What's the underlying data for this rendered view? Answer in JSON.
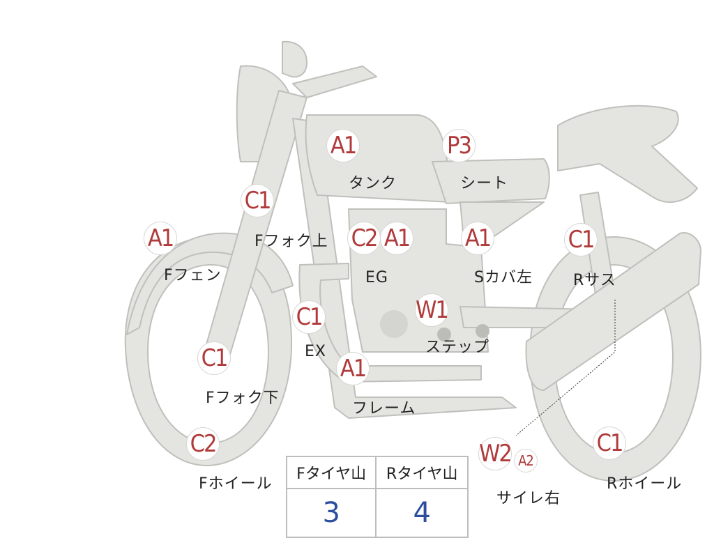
{
  "colors": {
    "body": "#e4e4e0",
    "outline": "#bfbfbb",
    "badge_text": "#b03a3a",
    "value_text": "#2c4e9e"
  },
  "parts": [
    {
      "id": "tank",
      "grade": "A1",
      "label": "タンク"
    },
    {
      "id": "seat",
      "grade": "P3",
      "label": "シート"
    },
    {
      "id": "f-fork-upper",
      "grade": "C1",
      "label": "Fフォク上"
    },
    {
      "id": "f-fender",
      "grade": "A1",
      "label": "Fフェン"
    },
    {
      "id": "engine",
      "grade": "C2",
      "grade2": "A1",
      "label": "EG"
    },
    {
      "id": "s-cover-left",
      "grade": "A1",
      "label": "Sカバ左"
    },
    {
      "id": "r-suspension",
      "grade": "C1",
      "label": "Rサス"
    },
    {
      "id": "exhaust",
      "grade": "C1",
      "label": "EX"
    },
    {
      "id": "step",
      "grade": "W1",
      "label": "ステップ"
    },
    {
      "id": "f-fork-lower",
      "grade": "C1",
      "label": "Fフォク下"
    },
    {
      "id": "frame",
      "grade": "A1",
      "label": "フレーム"
    },
    {
      "id": "f-wheel",
      "grade": "C2",
      "label": "Fホイール"
    },
    {
      "id": "silencer-right",
      "grade": "W2",
      "grade2": "A2",
      "label": "サイレ右"
    },
    {
      "id": "r-wheel",
      "grade": "C1",
      "label": "Rホイール"
    }
  ],
  "tire_table": {
    "headers": [
      "Fタイヤ山",
      "Rタイヤ山"
    ],
    "values": [
      "3",
      "4"
    ]
  }
}
